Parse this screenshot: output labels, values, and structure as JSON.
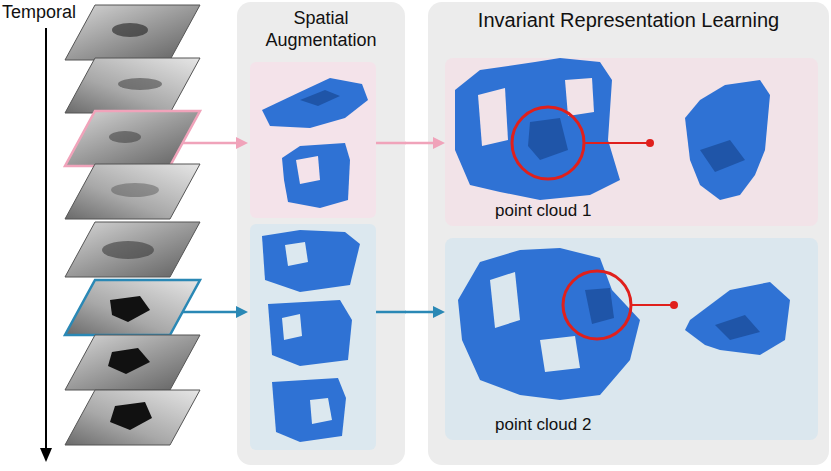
{
  "diagram": {
    "nodes": [
      {
        "text": [
          "Spatial Augmentation"
        ]
      },
      {
        "text": [
          "Invariant Representation Learning"
        ]
      },
      {
        "text": [
          "point cloud 1"
        ],
        "in": 1
      },
      {
        "text": [
          "point cloud 2"
        ],
        "in": 1
      }
    ],
    "edges": [
      {
        "from": 0,
        "to": 2,
        "arrow": "to"
      },
      {
        "from": 0,
        "to": 3,
        "arrow": "to"
      }
    ],
    "labels": [
      "Temporal"
    ]
  }
}
